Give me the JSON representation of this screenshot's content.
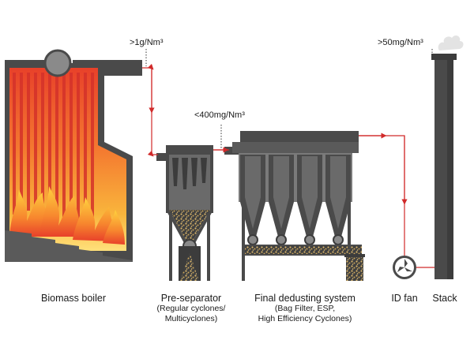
{
  "concentrations": {
    "boiler_outlet": ">1g/Nm³",
    "preseparator_outlet": "<400mg/Nm³",
    "stack_outlet": ">50mg/Nm³"
  },
  "components": {
    "boiler": {
      "label": "Biomass boiler"
    },
    "preseparator": {
      "label": "Pre-separator",
      "details": [
        "(Regular cyclones/",
        "Multicyclones)"
      ]
    },
    "dedusting": {
      "label": "Final dedusting system",
      "details": [
        "(Bag Filter, ESP,",
        "High Efficiency Cyclones)"
      ]
    },
    "fan": {
      "label": "ID fan"
    },
    "stack": {
      "label": "Stack"
    }
  },
  "colors": {
    "flow_line": "#d12a2a",
    "equipment_dark": "#4a4a4a",
    "equipment_mid": "#6e6e6e",
    "dust": "#c9a45a",
    "flame_hot": "#e8412a",
    "flame_warm": "#f7a534",
    "flame_light": "#ffe07a"
  }
}
